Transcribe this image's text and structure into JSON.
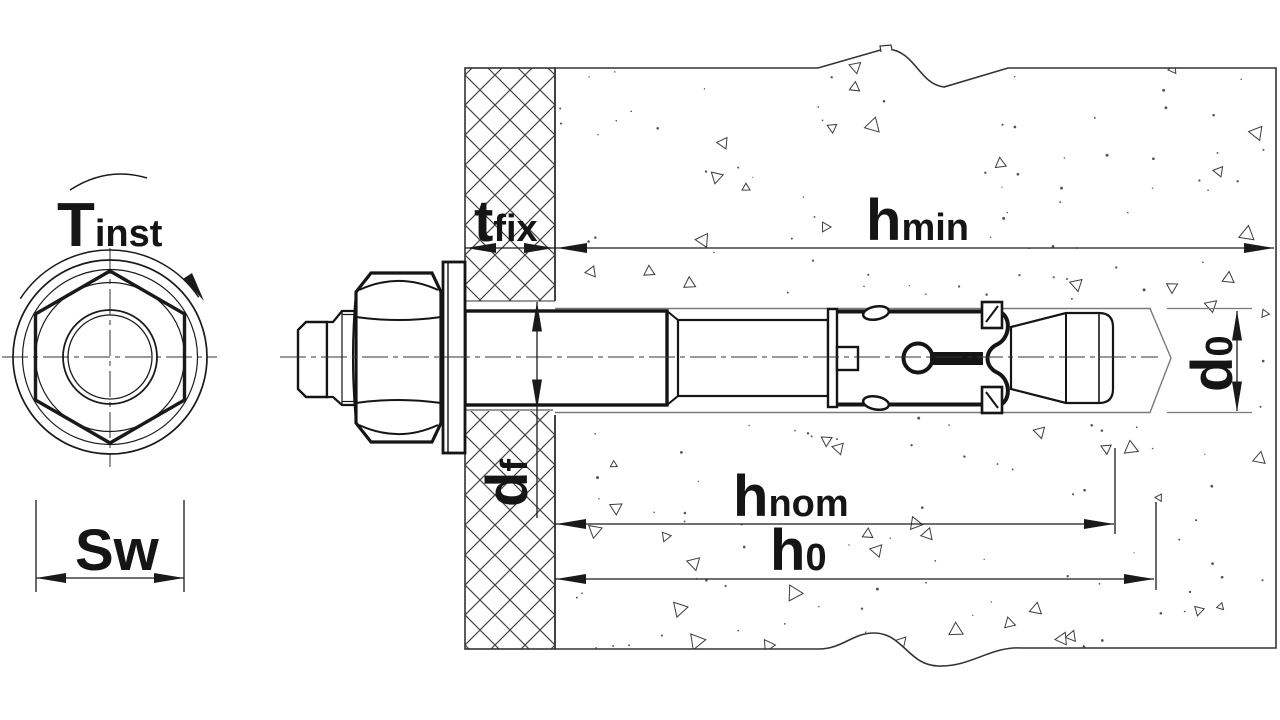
{
  "labels": {
    "torque": {
      "main": "T",
      "sub": "inst"
    },
    "wrench_size": {
      "main": "Sw",
      "sub": ""
    },
    "fixture_thickness": {
      "main": "t",
      "sub": "fix"
    },
    "min_base_thickness": {
      "main": "h",
      "sub": "min"
    },
    "nominal_embedment": {
      "main": "h",
      "sub": "nom"
    },
    "hole_depth": {
      "main": "h",
      "sub": "0"
    },
    "fixture_hole_diameter": {
      "main": "d",
      "sub": "f"
    },
    "drill_hole_diameter": {
      "main": "d",
      "sub": "0"
    }
  },
  "colors": {
    "line": "#1a1a1a",
    "dimension_line": "#1a1a1a",
    "hole_line": "#7a7a7a",
    "texture": "#3d3d3d",
    "background": "#ffffff"
  }
}
